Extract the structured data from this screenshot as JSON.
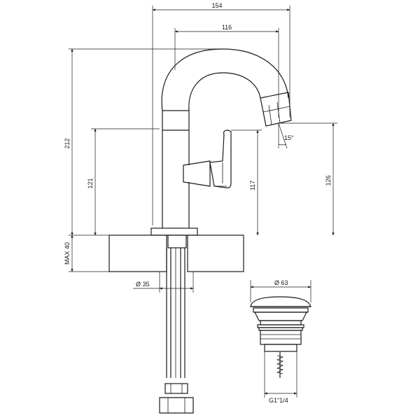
{
  "dimensions": {
    "width_total": "154",
    "spout_reach": "116",
    "height_total": "212",
    "height_handle": "121",
    "height_outlet_inner": "117",
    "height_outlet": "126",
    "deck_max": "MAX 40",
    "hole_diameter": "Ø 35",
    "angle": "15°"
  },
  "waste": {
    "diameter": "Ø 63",
    "thread": "G1\"1/4"
  }
}
